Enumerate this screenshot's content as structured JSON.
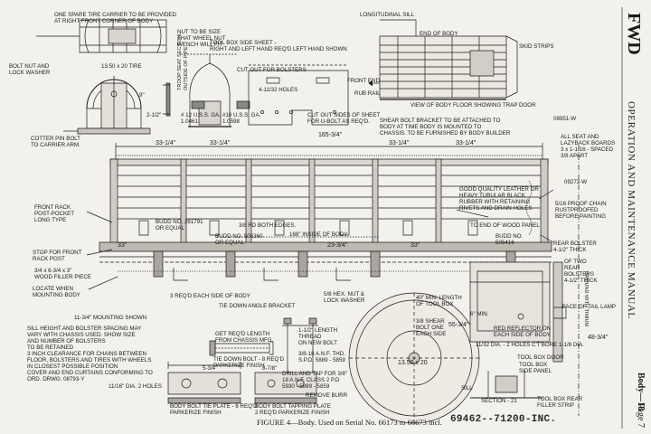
{
  "header": {
    "brand": "FWD",
    "manual": "OPERATION AND MAINTENANCE MANUAL",
    "section": "Body—18",
    "page": "Page 7"
  },
  "caption": {
    "figure": "FIGURE 4—Body.  Used on Serial No. 66173 to 66673 incl.",
    "stamp": "69462--71200-INC."
  },
  "labels": {
    "spare_tire": "ONE SPARE TIRE CARRIER TO BE PROVIDED\nAT RIGHT FRONT CORNER OF BODY",
    "nut_size": "NUT TO BE SIZE\nTHAT WHEEL NUT\nWENCH WILL FIT",
    "bolt_nut": "BOLT NUT AND\nLOCK WASHER",
    "tire_size": "13.50 x 20 TIRE",
    "troop_seat": "TROOP SEAT SECTION\nOUTSIDE OF PIPE",
    "gauge_12": "# 12 U.S.S. GA.\n1.0461",
    "gauge_16": "#16 U.S.S. GA.\n1.0598",
    "cotter_pin": "COTTER PIN BOLT\nTO CARRIER ARM.",
    "tool_box_sheet": "TOOL BOX SIDE SHEET -\nRIGHT AND LEFT HAND REQ'D LEFT HAND SHOWN",
    "cut_out_bolsters": "CUT OUT FOR BOLSTERS",
    "holes_4_11_32": "4-11/32 HOLES",
    "cut_out_sides": "CUT OUT SIDES OF SHEET\nFOR U-BOLT AS REQ'D.",
    "longitudinal_sill": "LONGITUDINAL SILL",
    "end_of_body": "END OF BODY",
    "skid_strips": "SKID STRIPS",
    "front_end": "FRONT END",
    "rub_rail": "RUB RAIL",
    "floor_view": "VIEW OF BODY FLOOR SHOWING TRAP DOOR",
    "shear_bolt_bracket": "SHEAR BOLT BRACKET TO BE ATTACHED TO\nBODY AT TIME BODY IS MOUNTED TO\nCHASSIS. TO BE FURNISHED BY BODY BUILDER",
    "part_08951": "08951-W",
    "seat_boards": "ALL SEAT AND\nLAZYBACK BOARDS\n3 x 1-1/16 - SPACED\n3/8 APART",
    "part_09272": "09272-W",
    "leather": "GOOD QUALITY LEATHER OR\nHEAVY TUBULAR BLACK\nRUBBER WITH RETAINING\nRIVETS AND DRAIN HOLES",
    "proof_chain": "5/16 PROOF CHAIN\nRUSTPROOFED\nBEFORE PAINTING",
    "front_rack": "FRONT RACK\nPOST-POCKET\nLONG TYPE",
    "budd_281791": "BUDD NO. 281791\nOR EQUAL",
    "rd_both_edges": "3/8 RD BOTH EDGES.",
    "budd_505360": "BUDD NO. 505360\nOR EQUAL",
    "inside_body": "168\" INSIDE OF BODY",
    "end_wood_panel": "TO END OF WOOD PANEL",
    "budd_505416": "BUDD NO.\n505416",
    "stop_rack": "STOP FOR FRONT\nRACK POST",
    "wood_filler": "3/4 x 6-3/4 x 3\"\nWOOD FILLER PIECE",
    "rear_bolster": "REAR BOLSTER\n4-1/2\" THICK",
    "two_rear_bolsters": "OF TWO\nREAR\nBOLSTERS\n4-1/2\" THICK",
    "mounting_body": "LOCATE WHEN\nMOUNTING BODY",
    "req_each_side": "3 REQ'D EACH SIDE OF BODY",
    "hex_nut": "5/8 HEX. NUT &\nLOCK WASHER",
    "min_length": "40\" MIN. LENGTH\nOF TOOL BOX",
    "tail_lamp": "FACE OF TAIL LAMP",
    "tie_down": "TIE DOWN ANGLE BRACKET",
    "mounting_shown": "11-3/4\" MOUNTING SHOWN",
    "sill_height": "SILL HEIGHT AND BOLSTER SPACING MAY\nVARY WITH CHASSIS USED. SHOW SIZE\nAND NUMBER OF BOLSTERS\nTO BE RETAINED\n3 INCH CLEARANCE FOR CHAINS BETWEEN\nFLOOR, BOLSTERS AND TIRES WITH WHEELS\nIN CLOSEST POSSIBLE POSITION\nCOVER AND END CURTAINS CONFORMING TO\nORD. DRWG. 08793-Y",
    "get_length": "GET REQ'D LENGTH\nFROM CHASSIS MFG.",
    "thread_u_bolt": "1-1/2\" LENGTH\nTHREAD\nON NEW BOLT",
    "tie_down_bolt": "TIE DOWN BOLT - 8 REQ'D\nPARKERIZE FINISH",
    "anf_thd": "3/8-18 A.N.F. THD.\nS.P.D  5889 - 5859",
    "shear_bolt_one": "3/8 SHEAR\nBOLT ONE\nEACH SIDE",
    "red_reflector": "RED REFLECTOR ON\nEACH SIDE OF BODY",
    "holes_11_32": "11/32 DIA. - 2 HOLES C'T'BORE 1-1/8 DIA.",
    "tool_box_door": "TOOL BOX DOOR",
    "tool_box_side_panel": "TOOL BOX\nSIDE PANEL",
    "drill_tap": "DRILL AND TAP FOR 3/8\"\n18 A.N.F. CLASS 2 P.D\n5930 - 5889 - 5859",
    "holes_11_16": "11/16\" DIA. 2 HOLES",
    "remove_burr": "REMOVE BURR",
    "tie_plate": "BODY BOLT TIE PLATE - 6 REQ'D\nPARKERIZE FINISH",
    "tapping_plate": "BODY BOLT TAPPING PLATE\n2 REQ'D PARKERIZE FINISH",
    "sill": "SILL",
    "section": "SECTION - 21",
    "tool_box_rear": "TOOL BOX REAR\nFILLER STRIP",
    "ground_line": "GROUND WITH TIMIUM",
    "tire_wheel": "13.50 x 20"
  },
  "dimensions": {
    "d1": "33-1/4\"",
    "d2": "33-1/4\"",
    "d3": "165-3/4\"",
    "d4": "33-1/4\"",
    "d5": "33-1/4\"",
    "d6": "33\"",
    "d7": "33\"",
    "d8": "23-3/4\"",
    "d9": "6\" MIN.",
    "d10": "55-3/4\"",
    "d11": "5-3/4\"",
    "d12": "8-7/8\"",
    "d13": "48-3/4\"",
    "d14": "2-1/2\"",
    "d15": "9\""
  }
}
